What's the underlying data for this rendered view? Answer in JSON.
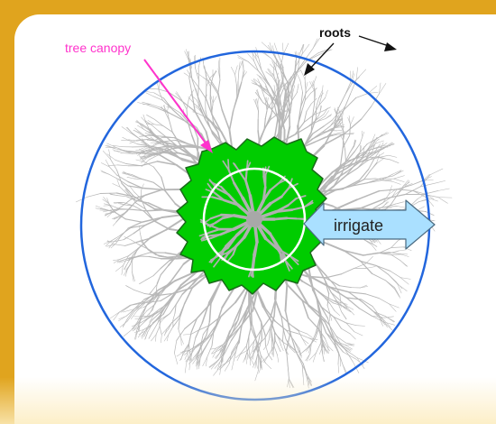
{
  "labels": {
    "canopy": "tree canopy",
    "roots": "roots",
    "irrigate": "irrigate"
  },
  "colors": {
    "frame": "#e0a41e",
    "canopy_label": "#ff33cc",
    "canopy_fill": "#00cc00",
    "root_zone_circle": "#2266dd",
    "trunk_circle": "#ffffff",
    "irrigate_arrow": "#aae0ff",
    "roots_gray": "#b8b8b8"
  }
}
